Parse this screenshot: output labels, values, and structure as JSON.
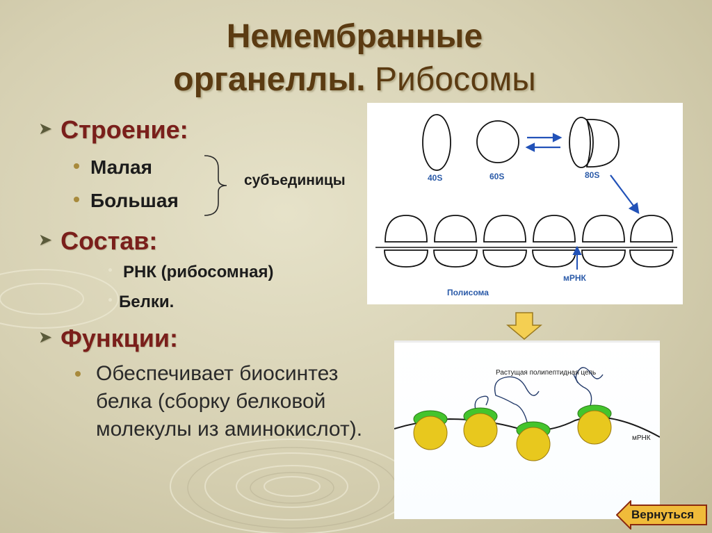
{
  "title": {
    "line1": "Немембранные",
    "line2_bold": "органеллы.",
    "line2_light": " Рибосомы"
  },
  "sections": {
    "structure": {
      "heading": "Строение:",
      "items": [
        "Малая",
        "Большая"
      ],
      "brace_label": "субъединицы"
    },
    "composition": {
      "heading": "Состав:",
      "items": [
        "РНК (рибосомная)",
        "Белки."
      ]
    },
    "functions": {
      "heading": "Функции:",
      "text": "Обеспечивает биосинтез белка (сборку белковой молекулы из аминокислот)."
    }
  },
  "diagram1": {
    "subunit_labels": [
      "40S",
      "60S",
      "80S"
    ],
    "mrna_label": "мРНК",
    "polysome_label": "Полисома"
  },
  "diagram2": {
    "chain_label": "Растущая полипептидная цепь",
    "mrna_label": "мРНК"
  },
  "nav": {
    "back_label": "Вернуться"
  },
  "colors": {
    "title": "#5b3b12",
    "heading": "#7a1f1b",
    "diagram_label": "#2a5aa8",
    "ribosome_large": "#e8c81e",
    "ribosome_small": "#44c42c",
    "button": "#f0bb3a"
  }
}
